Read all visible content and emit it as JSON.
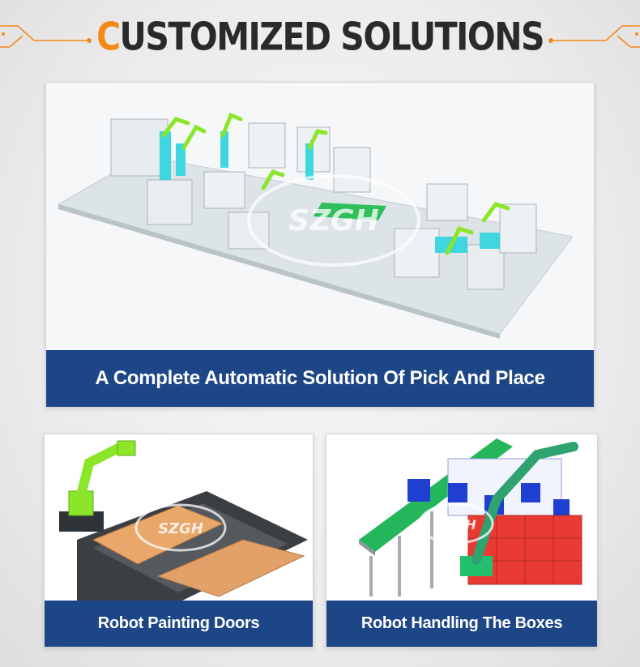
{
  "header": {
    "title_first": "C",
    "title_rest": "USTOMIZED SOLUTIONS",
    "accent_color": "#f28a1a",
    "title_color": "#2a2a2a"
  },
  "main_panel": {
    "caption": "A Complete Automatic Solution Of Pick And Place",
    "watermark": "SZGH",
    "image_icon": "factory-layout-render"
  },
  "left_panel": {
    "caption": "Robot Painting Doors",
    "watermark": "SZGH",
    "image_icon": "painting-robot-render"
  },
  "right_panel": {
    "caption": "Robot Handling The Boxes",
    "watermark": "SZGH",
    "image_icon": "palletizing-robot-render"
  },
  "colors": {
    "caption_bg": "#1d4687",
    "robot_green": "#8be62a",
    "machine_cyan": "#3fd6e0",
    "box_blue": "#1e3fcf",
    "box_red": "#e83a32"
  }
}
